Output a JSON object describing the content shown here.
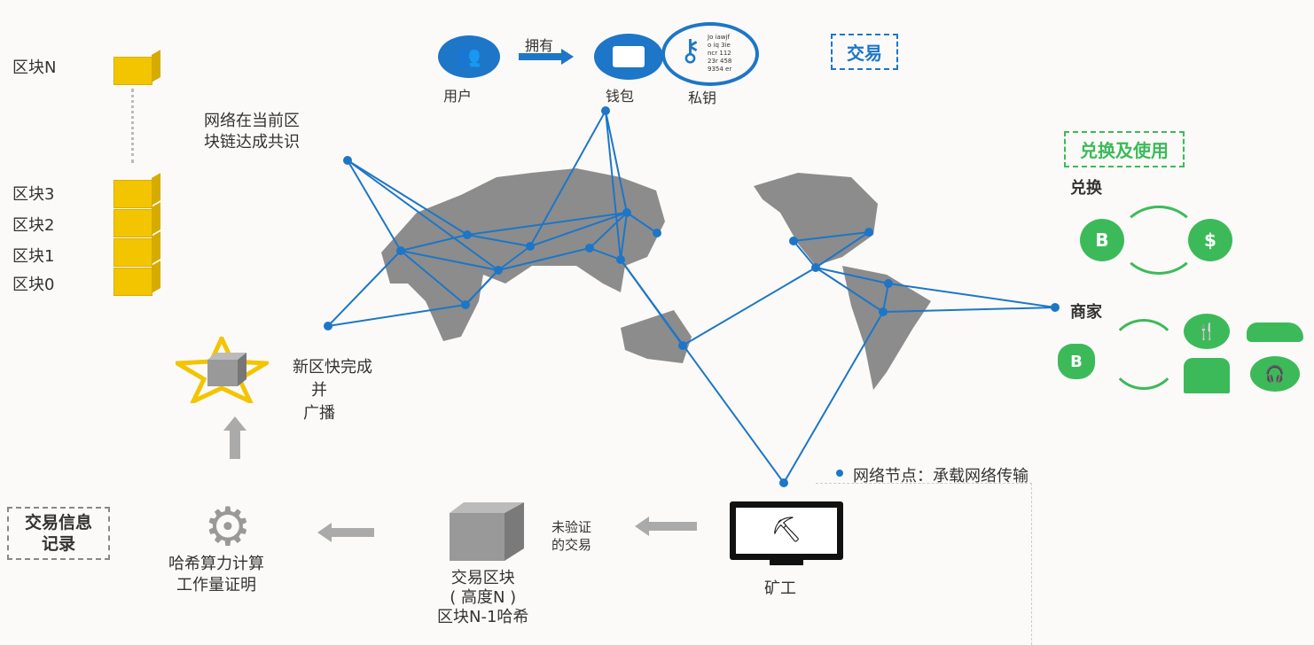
{
  "blocks": {
    "top": "区块N",
    "items": [
      "区块3",
      "区块2",
      "区块1",
      "区块0"
    ]
  },
  "consensus": "网络在当前区块链达成共识",
  "consensus_lines": [
    "网络在当前区",
    "块链达成共识"
  ],
  "transaction": {
    "title": "交易",
    "user": "用户",
    "own": "拥有",
    "wallet": "钱包",
    "key": "私钥",
    "key_text": [
      "Jo iawjf",
      "o iq 3ie",
      "ncr 112",
      "23r 458",
      "9354 er"
    ]
  },
  "exchange": {
    "title": "兑换及使用",
    "exchange": "兑换",
    "merchant": "商家",
    "btc": "B",
    "usd": "$"
  },
  "new_block": [
    "新区快完成",
    "并",
    "广播"
  ],
  "record": [
    "交易信息",
    "记录"
  ],
  "hash": [
    "哈希算力计算",
    "工作量证明"
  ],
  "tx_block": [
    "交易区块",
    "( 高度N )",
    "区块N-1哈希"
  ],
  "unverified": [
    "未验证",
    "的交易"
  ],
  "miner": "矿工",
  "legend": "网络节点：承载网络传输",
  "colors": {
    "blue": "#1d76c7",
    "green": "#3cba5a",
    "yellow": "#f2c500",
    "gray": "#999"
  }
}
